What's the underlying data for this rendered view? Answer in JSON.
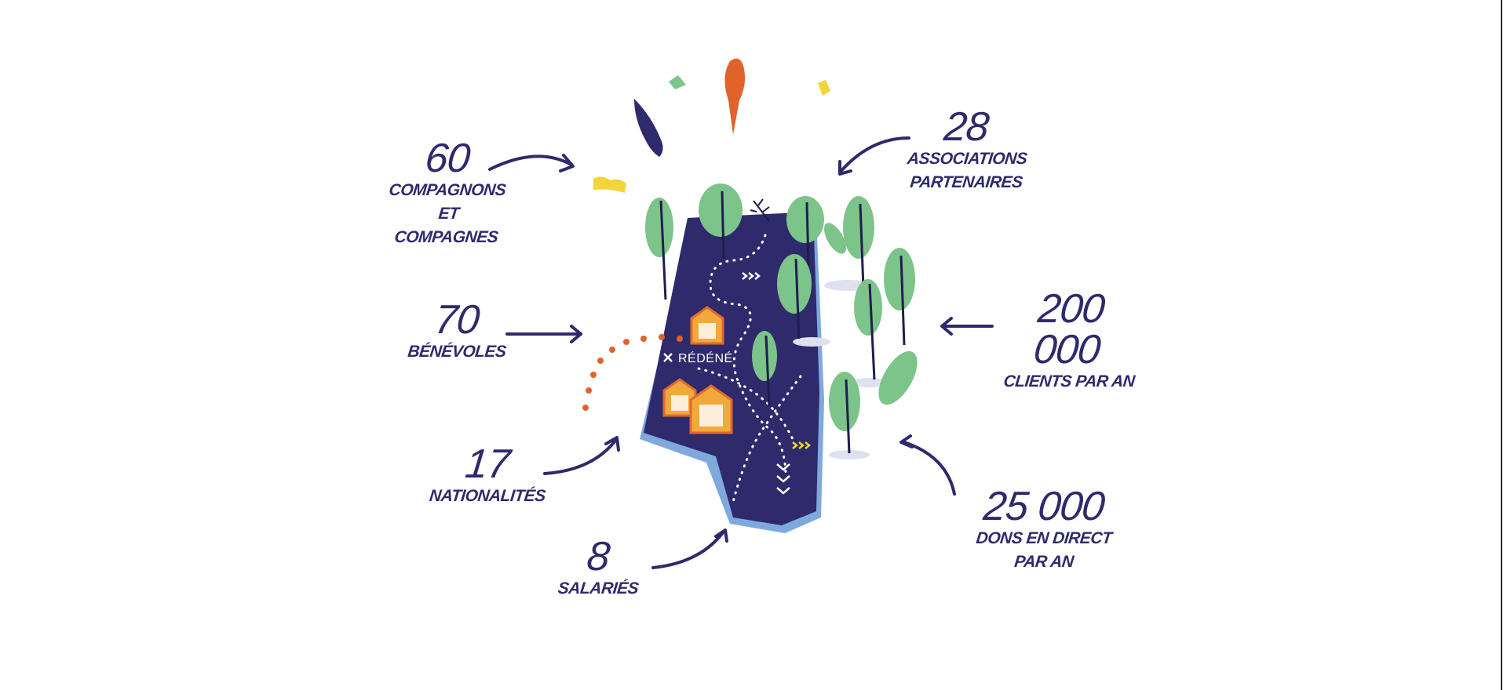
{
  "stats": [
    {
      "id": "compagnons",
      "number": "60",
      "label_lines": [
        "COMPAGNONS",
        "ET COMPAGNES"
      ]
    },
    {
      "id": "benevoles",
      "number": "70",
      "label_lines": [
        "BÉNÉVOLES"
      ]
    },
    {
      "id": "nationalites",
      "number": "17",
      "label_lines": [
        "NATIONALITÉS"
      ]
    },
    {
      "id": "salaries",
      "number": "8",
      "label_lines": [
        "SALARIÉS"
      ]
    },
    {
      "id": "associations",
      "number": "28",
      "label_lines": [
        "ASSOCIATIONS",
        "PARTENAIRES"
      ]
    },
    {
      "id": "clients",
      "number": "200 000",
      "label_lines": [
        "CLIENTS PAR AN"
      ]
    },
    {
      "id": "dons",
      "number": "25 000",
      "label_lines": [
        "DONS EN DIRECT",
        "PAR AN"
      ]
    }
  ],
  "map": {
    "place_label": "RÉDÉNÉ",
    "colors": {
      "land": "#2e2a6b",
      "land_shadow": "#7fa9dd",
      "tree": "#7cc48a",
      "trunk": "#1f1d4f",
      "house": "#f2a93b",
      "house_roof": "#e2692a",
      "dots_orange": "#e0632b",
      "path_dots": "#ffffff",
      "chevron_yellow": "#f2d43b"
    }
  },
  "decor": {
    "icon_names": [
      "orange-flame-icon",
      "navy-feather-icon",
      "green-leaf-icon",
      "yellow-drop-icon",
      "yellow-flag-icon"
    ]
  }
}
